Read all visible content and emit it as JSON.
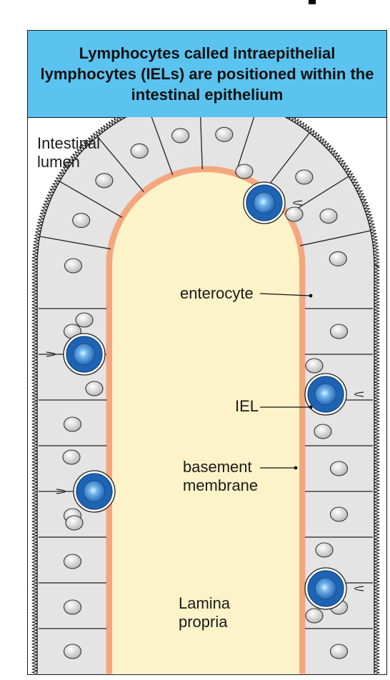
{
  "header": {
    "title": "Lymphocytes called intraepithelial lymphocytes (IELs) are positioned within the intestinal epithelium"
  },
  "labels": {
    "lumen": "Intestinal\nlumen",
    "enterocyte": "enterocyte",
    "iel": "IEL",
    "basement_membrane": "basement\nmembrane",
    "lamina_propria": "Lamina\npropria"
  },
  "colors": {
    "header_bg": "#5bc3ef",
    "lamina_propria": "#fdf3c8",
    "basement_membrane": "#f4a77f",
    "cell_fill": "#e4e4e4",
    "iel_blue": "#1e64b4"
  }
}
